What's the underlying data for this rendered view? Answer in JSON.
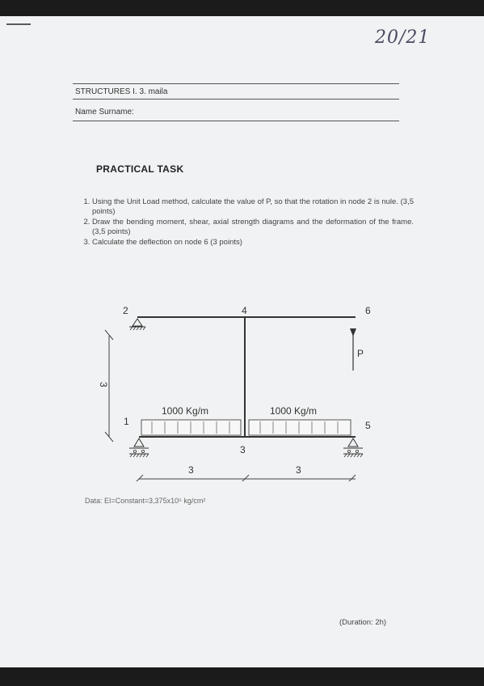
{
  "header": {
    "course": "STRUCTURES I. 3. maila",
    "name_label": "Name Surname:"
  },
  "handwritten_note": "20/21",
  "title": "PRACTICAL TASK",
  "tasks": [
    "Using the Unit Load method, calculate the value of P, so that the rotation in node 2 is nule. (3,5 points)",
    "Draw the bending moment, shear, axial strength diagrams and the deformation of the frame. (3,5 points)",
    "Calculate the deflection on node 6 (3 points)"
  ],
  "figure": {
    "nodes": {
      "n1": "1",
      "n2": "2",
      "n3": "3",
      "n4": "4",
      "n5": "5",
      "n6": "6"
    },
    "load_label_left": "1000 Kg/m",
    "load_label_right": "1000 Kg/m",
    "point_load": "P",
    "dim_height": "3",
    "dim_left": "3",
    "dim_right": "3"
  },
  "data_line": "Data: EI=Constant=3,375x10⁵ kg/cm²",
  "duration": "(Duration: 2h)"
}
